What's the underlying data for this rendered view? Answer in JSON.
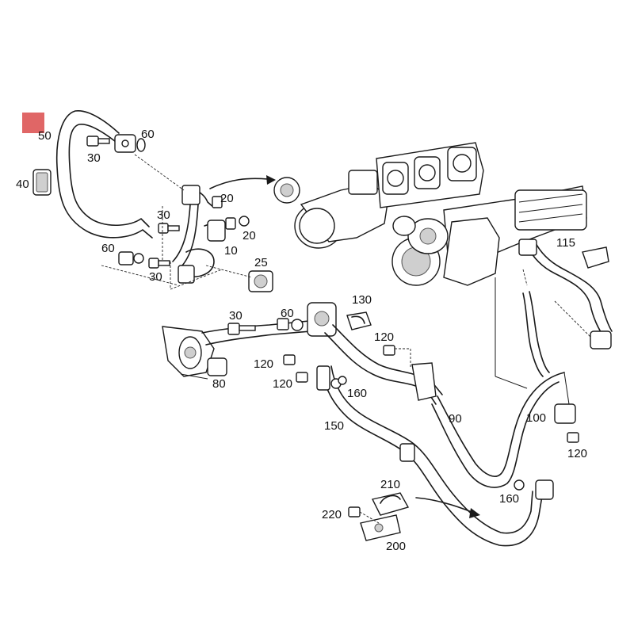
{
  "highlight_color": "#e06666",
  "labels": {
    "l50": "50",
    "l60a": "60",
    "l30a": "30",
    "l40": "40",
    "l20a": "20",
    "l30b": "30",
    "l20b": "20",
    "l10": "10",
    "l60b": "60",
    "l30c": "30",
    "l25": "25",
    "l115": "115",
    "l130": "130",
    "l30d": "30",
    "l60c": "60",
    "l120a": "120",
    "l120b": "120",
    "l120c": "120",
    "l80": "80",
    "l160a": "160",
    "l90": "90",
    "l150": "150",
    "l100": "100",
    "l120d": "120",
    "l160b": "160",
    "l210": "210",
    "l220": "220",
    "l200": "200"
  }
}
